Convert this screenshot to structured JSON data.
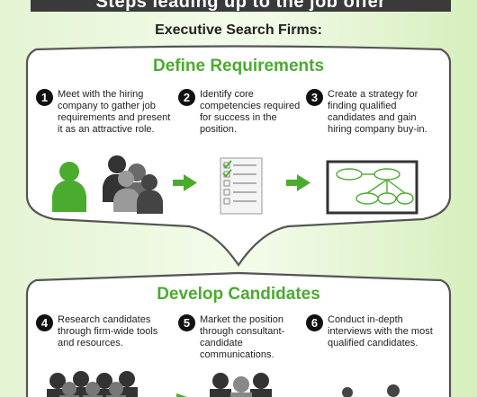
{
  "header": {
    "banner_text": "Steps leading up to the job offer"
  },
  "subtitle": "Executive Search Firms:",
  "panels": [
    {
      "title": "Define Requirements",
      "steps": [
        {
          "number": "1",
          "text": "Meet with the hiring company to gather job requirements and present it as an attractive role."
        },
        {
          "number": "2",
          "text": "Identify core competencies required for success in the position."
        },
        {
          "number": "3",
          "text": "Create a strategy for finding qualified candidates and gain hiring company buy-in."
        }
      ],
      "icons": [
        "person-silhouette-icon",
        "group-silhouette-icon",
        "arrow-right-icon",
        "checklist-icon",
        "arrow-right-icon",
        "strategy-diagram-icon"
      ]
    },
    {
      "title": "Develop Candidates",
      "steps": [
        {
          "number": "4",
          "text": "Research candidates through firm-wide tools and resources."
        },
        {
          "number": "5",
          "text": "Market the position through consultant-candidate communications."
        },
        {
          "number": "6",
          "text": "Conduct in-depth interviews with the most qualified candidates."
        }
      ],
      "icons": [
        "crowd-silhouette-icon",
        "arrow-right-icon",
        "group-silhouette-icon",
        "people-silhouette-icon"
      ]
    }
  ],
  "colors": {
    "accent_green": "#4bab2f",
    "dark": "#3a3a3a",
    "panel_border": "#555555"
  }
}
